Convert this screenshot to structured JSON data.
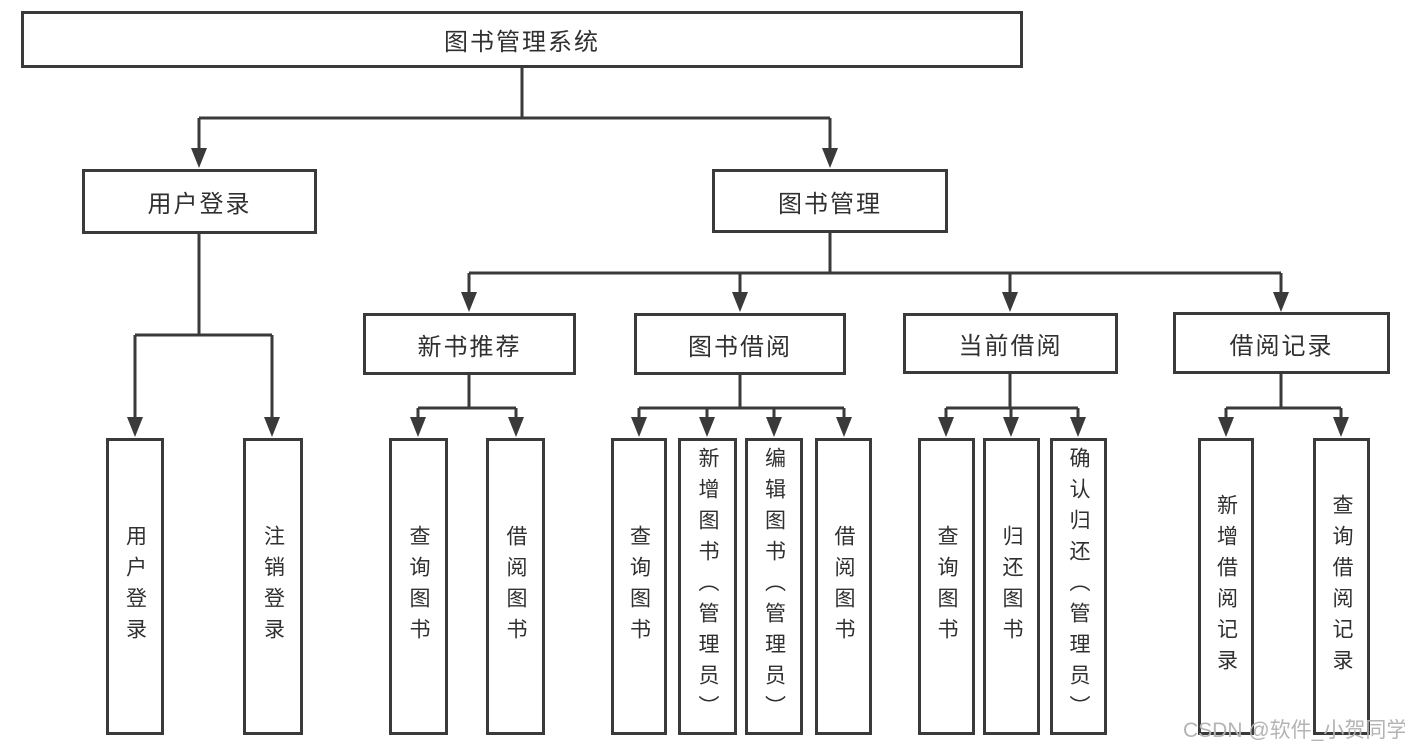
{
  "diagram": {
    "root": {
      "label": "图书管理系统"
    },
    "level2": {
      "user_login": {
        "label": "用户登录"
      },
      "book_mgmt": {
        "label": "图书管理"
      }
    },
    "level3": {
      "new_books": {
        "label": "新书推荐"
      },
      "borrowing": {
        "label": "图书借阅"
      },
      "current": {
        "label": "当前借阅"
      },
      "records": {
        "label": "借阅记录"
      }
    },
    "leaves": {
      "user_login_action": {
        "label": "用户登录"
      },
      "logout": {
        "label": "注销登录"
      },
      "nb_query": {
        "label": "查询图书"
      },
      "nb_borrow": {
        "label": "借阅图书"
      },
      "bw_query": {
        "label": "查询图书"
      },
      "bw_add": {
        "label": "新增图书（管理员）"
      },
      "bw_edit": {
        "label": "编辑图书（管理员）"
      },
      "bw_borrow": {
        "label": "借阅图书"
      },
      "cur_query": {
        "label": "查询图书"
      },
      "cur_return": {
        "label": "归还图书"
      },
      "cur_confirm": {
        "label": "确认归还（管理员）"
      },
      "rec_add": {
        "label": "新增借阅记录"
      },
      "rec_query": {
        "label": "查询借阅记录"
      }
    },
    "colors": {
      "line": "#3a3a3a",
      "text": "#303030",
      "watermark": "#b4b4b4",
      "background": "#ffffff"
    },
    "watermark_text": "CSDN @软件_小贺同学"
  }
}
